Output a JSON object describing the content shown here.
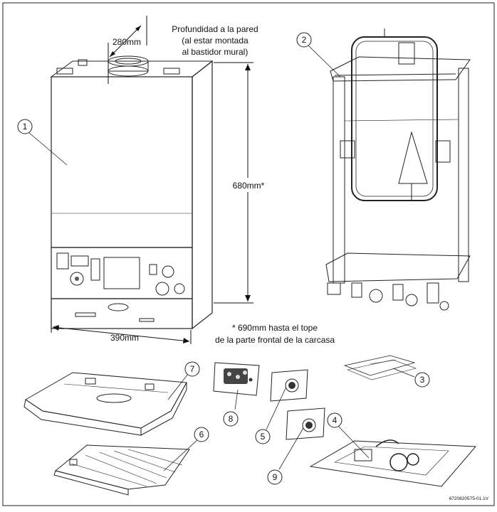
{
  "dimensions": {
    "depth_value": "280mm",
    "depth_note": [
      "Profundidad a la pared",
      "(al estar montada",
      "al bastidor mural)"
    ],
    "height_value": "680mm*",
    "width_value": "390mm",
    "footnote": [
      "* 690mm hasta el tope",
      "de la parte frontal de la carcasa"
    ]
  },
  "callouts": [
    "1",
    "2",
    "3",
    "4",
    "5",
    "6",
    "7",
    "8",
    "9"
  ],
  "reference_code": "6720820575-01.1V",
  "colors": {
    "line": "#222222",
    "panel_gray": "#e6e6e6",
    "light_gray": "#f2f2f2",
    "dark": "#333333"
  }
}
